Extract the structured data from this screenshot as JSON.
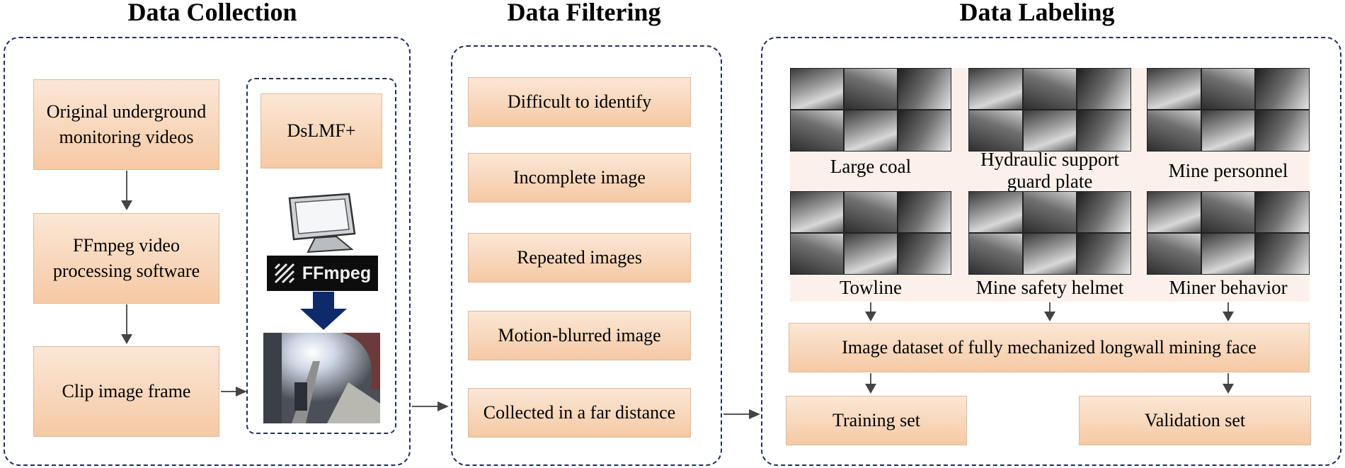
{
  "titles": {
    "collection": "Data Collection",
    "filtering": "Data Filtering",
    "labeling": "Data Labeling"
  },
  "collection": {
    "steps": [
      [
        "Original underground",
        "monitoring videos"
      ],
      [
        "FFmpeg video",
        "processing software"
      ],
      [
        "Clip image frame"
      ]
    ],
    "tool_label": "DsLMF+",
    "ffmpeg_logo": "FFmpeg"
  },
  "filtering": {
    "items": [
      "Difficult to identify",
      "Incomplete image",
      "Repeated images",
      "Motion-blurred image",
      "Collected in a far distance"
    ]
  },
  "labeling": {
    "categories": [
      [
        "Large coal"
      ],
      [
        "Hydraulic support",
        "guard plate"
      ],
      [
        "Mine personnel"
      ],
      [
        "Towline"
      ],
      [
        "Mine safety helmet"
      ],
      [
        "Miner behavior"
      ]
    ],
    "dataset": "Image dataset of fully mechanized longwall mining face",
    "training": "Training set",
    "validation": "Validation set"
  },
  "colors": {
    "box_fill": "#f8d8bd",
    "panel_border": "#1f2f5c",
    "down_arrow": "#0e2a6b"
  },
  "icons": [
    "computer-monitor-icon",
    "ffmpeg-logo-icon",
    "down-arrow-icon",
    "mine-frame-photo"
  ]
}
